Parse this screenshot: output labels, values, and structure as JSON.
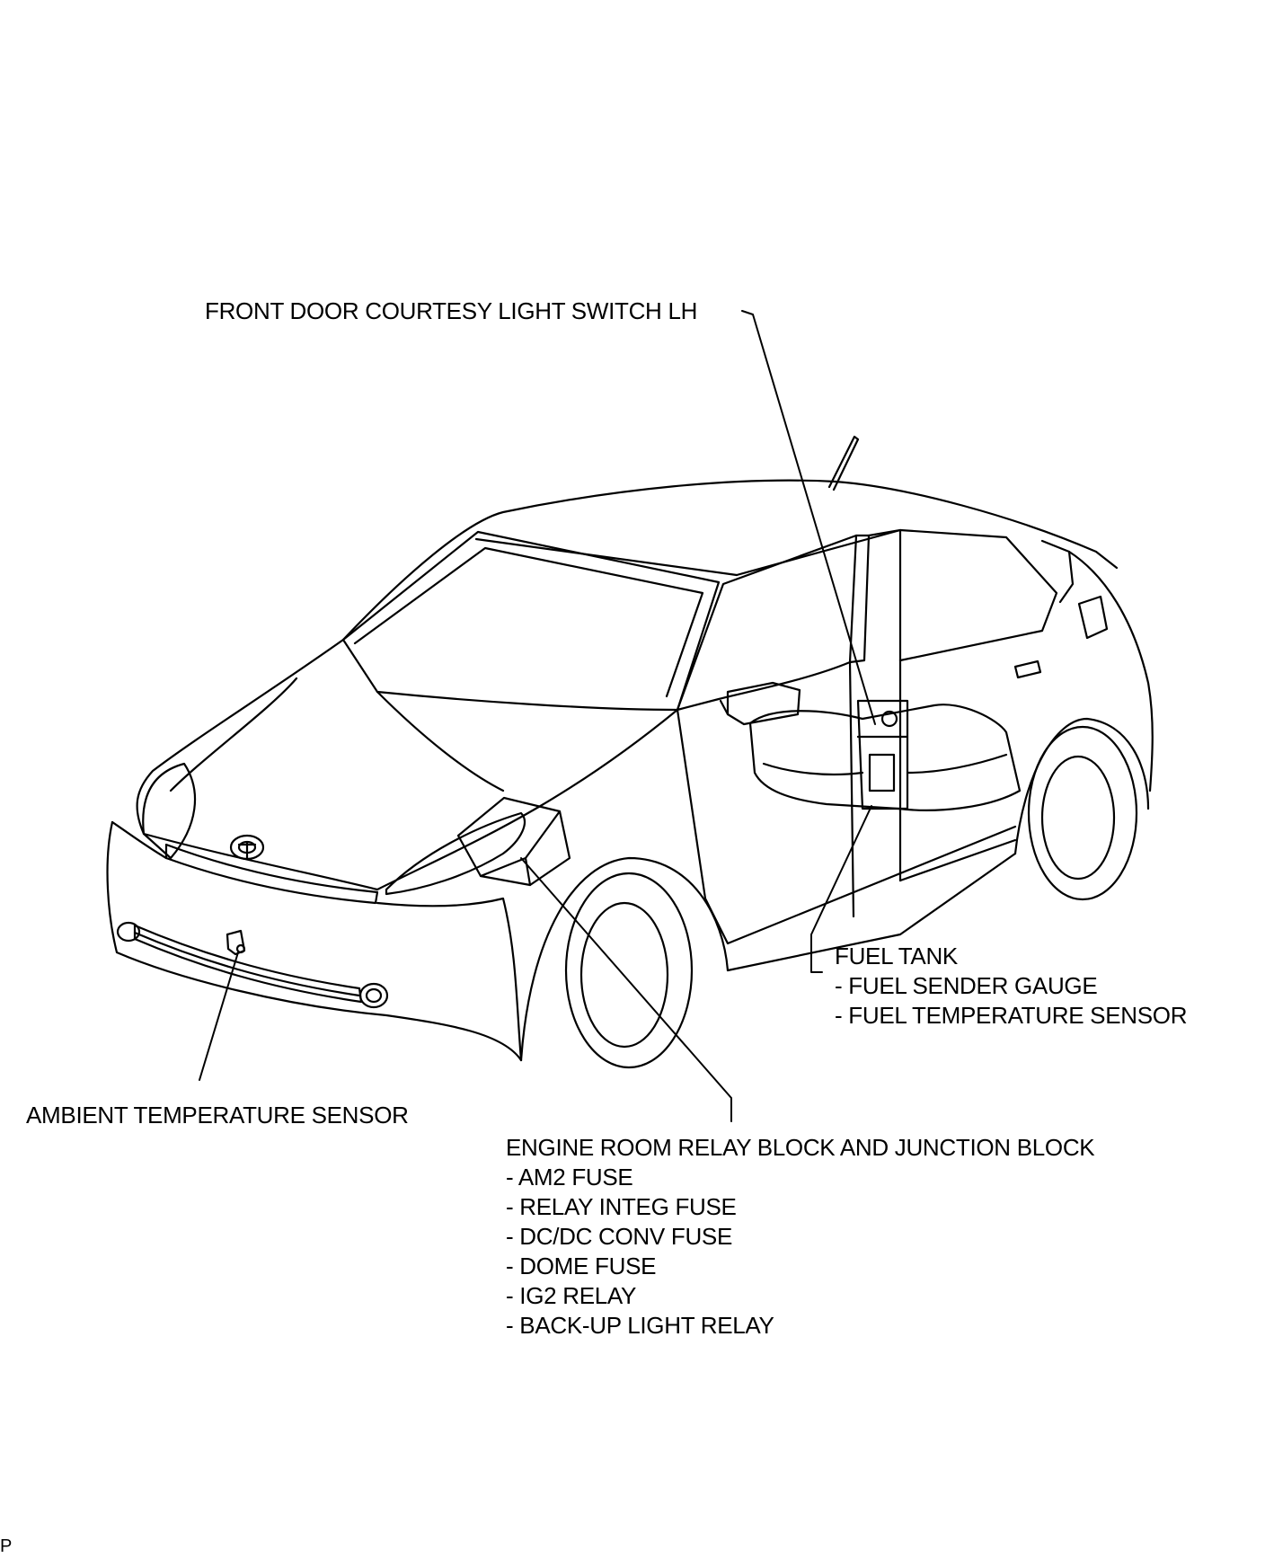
{
  "labels": {
    "front_door": "FRONT DOOR COURTESY LIGHT SWITCH LH",
    "ambient": "AMBIENT TEMPERATURE SENSOR",
    "fuel_tank": {
      "title": "FUEL TANK",
      "items": [
        "- FUEL SENDER GAUGE",
        "- FUEL TEMPERATURE SENSOR"
      ]
    },
    "engine_room": {
      "title": "ENGINE ROOM RELAY BLOCK AND JUNCTION BLOCK",
      "items": [
        "- AM2 FUSE",
        "- RELAY INTEG FUSE",
        "- DC/DC CONV FUSE",
        "- DOME FUSE",
        "- IG2 RELAY",
        "- BACK-UP LIGHT RELAY"
      ]
    }
  },
  "corner_mark": "P"
}
